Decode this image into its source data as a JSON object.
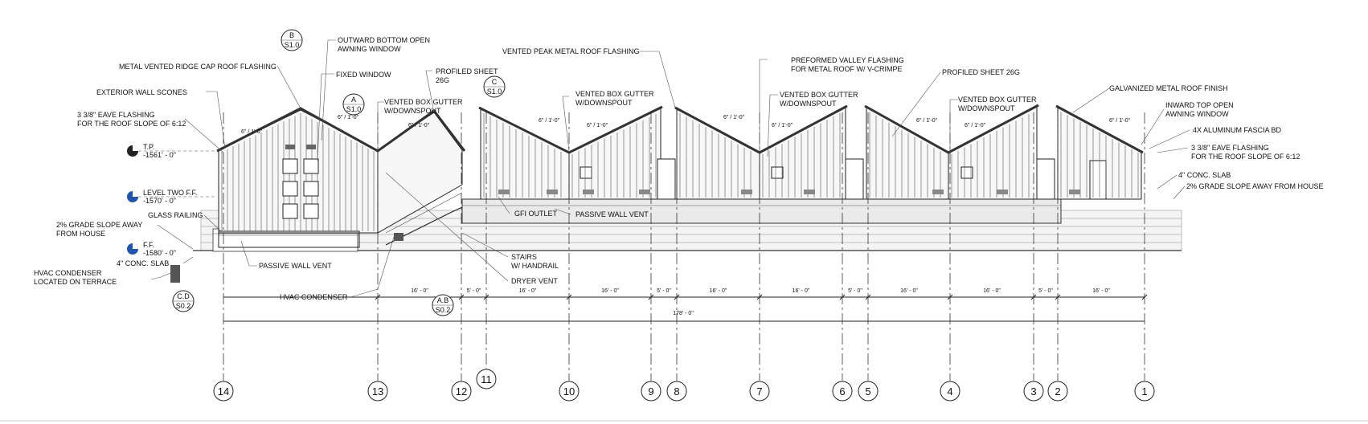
{
  "grid_labels": [
    "14",
    "13",
    "12",
    "11",
    "10",
    "9",
    "8",
    "7",
    "6",
    "5",
    "4",
    "3",
    "2",
    "1"
  ],
  "levels": [
    {
      "name": "T.P.",
      "value": "-1561' - 0\""
    },
    {
      "name": "LEVEL TWO F.F.",
      "value": "-1570' - 0\""
    },
    {
      "name": "F.F.",
      "value": "-1580' - 0\""
    }
  ],
  "section_tags": [
    {
      "top": "B",
      "bottom": "S1.0"
    },
    {
      "top": "A",
      "bottom": "S1.0"
    },
    {
      "top": "C",
      "bottom": "S1.0"
    },
    {
      "top": "C.D",
      "bottom": "S0.2"
    },
    {
      "top": "A.B",
      "bottom": "S0.2"
    }
  ],
  "callouts": {
    "outward_window": [
      "OUTWARD BOTTOM OPEN",
      "AWNING WINDOW"
    ],
    "ridge_cap": "METAL VENTED RIDGE CAP ROOF FLASHING",
    "fixed_window": "FIXED WINDOW",
    "wall_scones": "EXTERIOR WALL SCONES",
    "eave_left": [
      "3 3/8\" EAVE FLASHING",
      "FOR THE ROOF SLOPE OF 6:12"
    ],
    "profiled_left": [
      "PROFILED SHEET",
      "26G"
    ],
    "box_gutter_1": [
      "VENTED BOX GUTTER",
      "W/DOWNSPOUT"
    ],
    "vented_peak": "VENTED PEAK METAL ROOF FLASHING",
    "box_gutter_2": [
      "VENTED BOX GUTTER",
      "W/DOWNSPOUT"
    ],
    "valley": [
      "PREFORMED VALLEY FLASHING",
      "FOR METAL ROOF W/ V-CRIMPE"
    ],
    "box_gutter_3": [
      "VENTED BOX GUTTER",
      "W/DOWNSPOUT"
    ],
    "profiled_right": "PROFILED SHEET 26G",
    "box_gutter_4": [
      "VENTED BOX GUTTER",
      "W/DOWNSPOUT"
    ],
    "galvanized": "GALVANIZED METAL ROOF FINISH",
    "inward_window": [
      "INWARD TOP OPEN",
      "AWNING WINDOW"
    ],
    "fascia": "4X ALUMINUM FASCIA BD",
    "eave_right": [
      "3 3/8\" EAVE FLASHING",
      "FOR THE ROOF SLOPE OF 6:12"
    ],
    "slab_right": "4\" CONC. SLAB",
    "grade_right": "2% GRADE SLOPE AWAY FROM HOUSE",
    "grade_left": [
      "2% GRADE SLOPE AWAY",
      "FROM HOUSE"
    ],
    "glass_railing": "GLASS RAILING",
    "slab_left": "4\" CONC. SLAB",
    "hvac_terrace": [
      "HVAC CONDENSER",
      "LOCATED ON TERRACE"
    ],
    "passive_vent_left": "PASSIVE WALL VENT",
    "gfi": "GFI OUTLET",
    "passive_vent_right": "PASSIVE WALL VENT",
    "stairs": [
      "STAIRS",
      "W/ HANDRAIL"
    ],
    "dryer": "DRYER VENT",
    "hvac_condenser": "HVAC CONDENSER"
  },
  "slope_labels": [
    "6\" / 1'-0\"",
    "6\" / 1'-0\"",
    "6\" / 1'-0\"",
    "6\" / 1'-0\"",
    "6\" / 1'-0\"",
    "6\" / 1'-0\"",
    "6\" / 1'-0\"",
    "6\" / 1'-0\"",
    "6\" / 1'-0\"",
    "6\" / 1'-0\"",
    "6\" / 1'-0\""
  ],
  "segment_dims": [
    "16' - 0\"",
    "5' - 0\"",
    "16' - 0\"",
    "16' - 0\"",
    "5' - 0\"",
    "16' - 0\"",
    "16' - 0\"",
    "5' - 0\"",
    "16' - 0\"",
    "16' - 0\"",
    "5' - 0\"",
    "16' - 0\""
  ],
  "total_dim": "178' - 0\""
}
